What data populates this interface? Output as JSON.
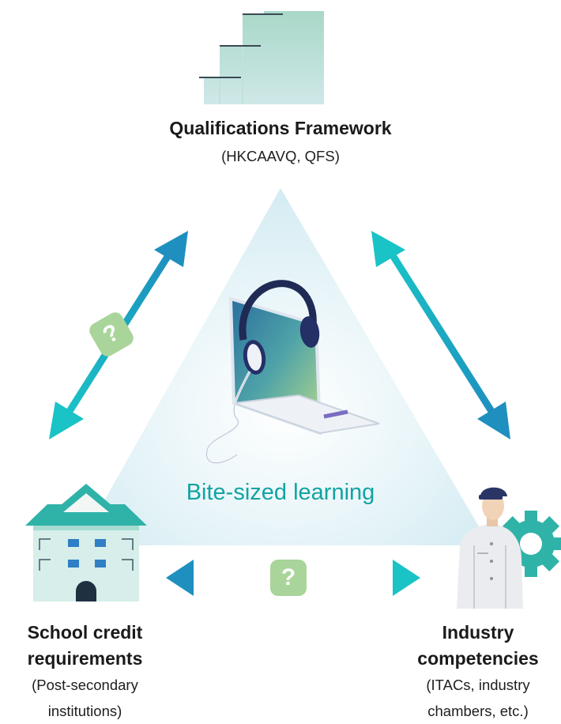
{
  "center": {
    "label": "Bite-sized learning"
  },
  "nodes": {
    "top": {
      "title": "Qualifications Framework",
      "subtitle": "(HKCAAVQ, QFS)"
    },
    "left": {
      "title_line1": "School credit",
      "title_line2": "requirements",
      "sub_line1": "(Post-secondary",
      "sub_line2": "institutions)"
    },
    "right": {
      "title_line1": "Industry",
      "title_line2": "competencies",
      "sub_line1": "(ITACs, industry",
      "sub_line2": "chambers, etc.)"
    }
  },
  "connectors": {
    "left_mark": "?",
    "bottom_mark": "?"
  },
  "colors": {
    "arrow_start": "#1e8fbf",
    "arrow_end": "#19c3c6",
    "accent_text": "#11a3a3",
    "question_badge": "#a9d49a"
  }
}
